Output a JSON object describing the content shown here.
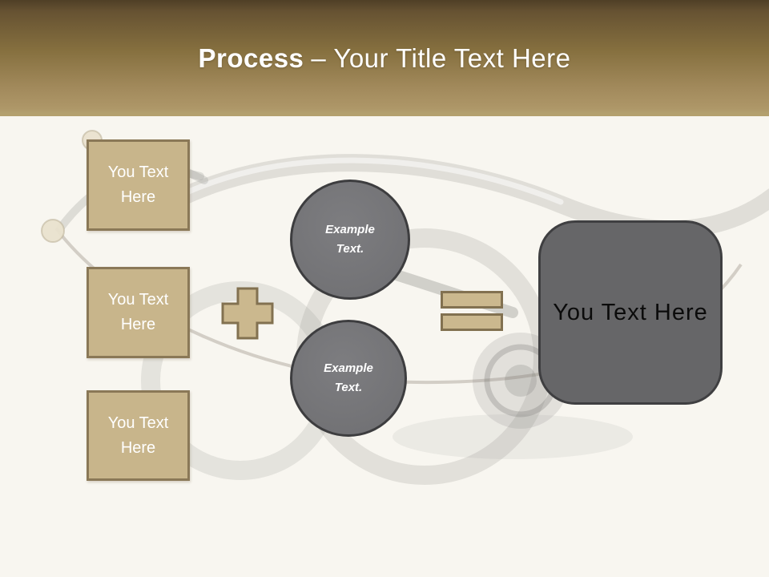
{
  "slide": {
    "title": {
      "bold_text": "Process",
      "regular_text": "– Your Title Text Here"
    },
    "left_boxes": [
      {
        "label": "You Text Here"
      },
      {
        "label": "You Text Here"
      },
      {
        "label": "You Text Here"
      }
    ],
    "circles": [
      {
        "line1": "Example",
        "line2": "Text."
      },
      {
        "line1": "Example",
        "line2": "Text."
      }
    ],
    "result_box": {
      "label": "You Text Here"
    },
    "icons": {
      "plus": "plus-icon",
      "equals": "equals-icon",
      "background": "stethoscope-photo-backdrop"
    },
    "colors": {
      "header_gold": "#a28a5c",
      "header_dark": "#4f3f26",
      "body_background": "#f8f6f0",
      "tan_fill": "#c8b58b",
      "tan_border": "#8a7857",
      "circle_gray": "#757578",
      "result_gray": "#666668",
      "shape_outline_dark": "#3d3d3f",
      "title_text": "#ffffff"
    }
  }
}
